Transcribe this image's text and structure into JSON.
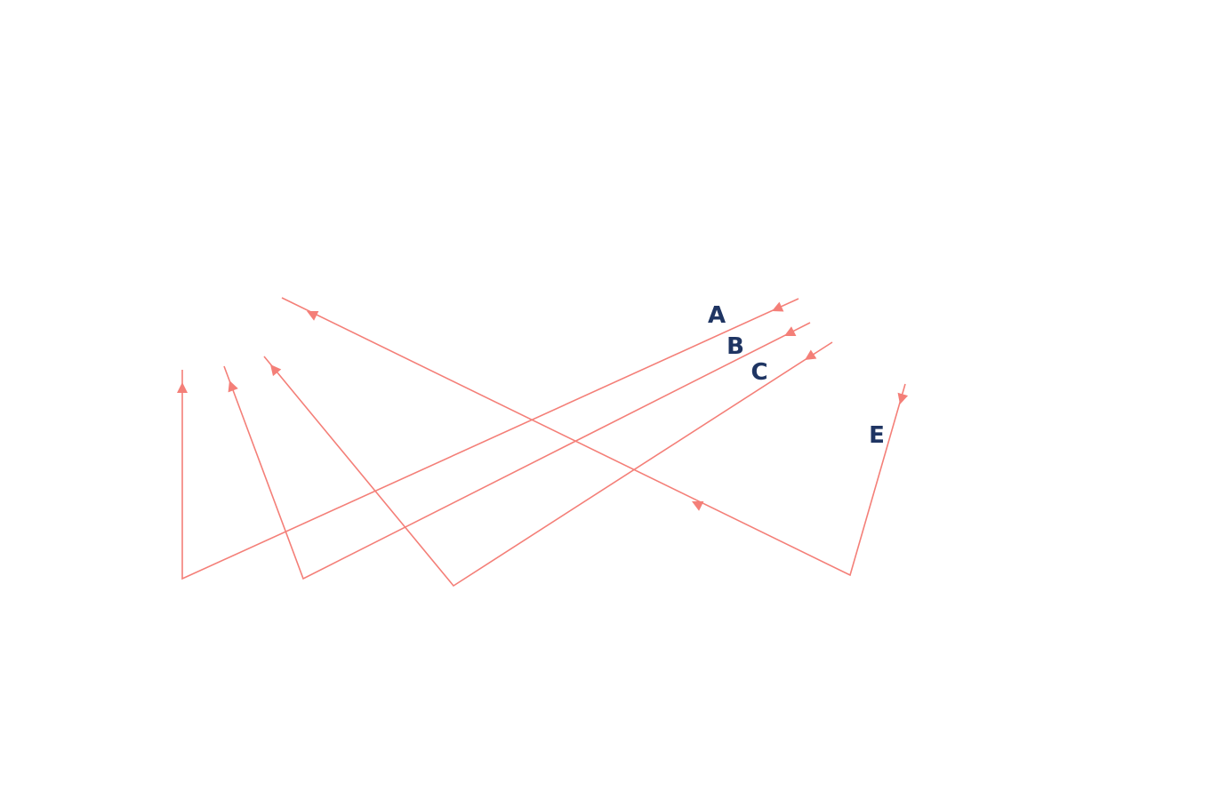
{
  "colors": {
    "ray": "#f47f78",
    "label": "#1f3563",
    "background": "#ffffff"
  },
  "labels": {
    "a": "A",
    "b": "B",
    "c": "C",
    "e": "E"
  },
  "rays": [
    {
      "id": "a",
      "label": "A"
    },
    {
      "id": "b",
      "label": "B"
    },
    {
      "id": "c",
      "label": "C"
    },
    {
      "id": "e",
      "label": "E"
    }
  ]
}
